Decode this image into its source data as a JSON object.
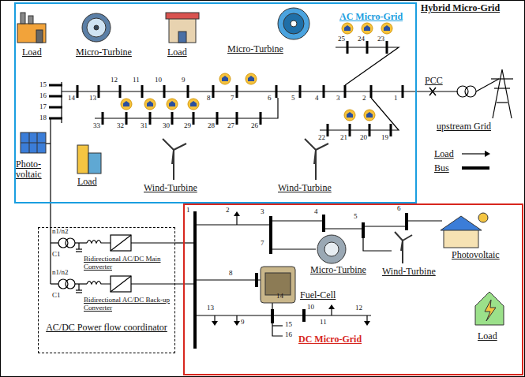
{
  "diagram": {
    "title": "Hybrid Micro-Grid",
    "nodes": [
      {
        "text": [
          "AC Micro-Grid"
        ]
      },
      {
        "text": [
          "DC Micro-Grid"
        ]
      },
      {
        "text": [
          "AC/DC Power flow coordinator"
        ]
      }
    ],
    "edges": [
      {
        "from": 0,
        "to": 2,
        "arrow": "none"
      },
      {
        "from": 2,
        "to": 1,
        "arrow": "none"
      }
    ],
    "labels": [
      "1",
      "2",
      "3",
      "4",
      "5",
      "6",
      "7",
      "8",
      "9",
      "10",
      "11",
      "12",
      "13",
      "14",
      "15",
      "16",
      "17",
      "18",
      "19",
      "20",
      "21",
      "22",
      "23",
      "24",
      "25",
      "26",
      "27",
      "28",
      "29",
      "30",
      "31",
      "32",
      "33",
      "Load",
      "Micro-Turbine",
      "Load",
      "Micro-Turbine",
      "Photo-voltaic",
      "Load",
      "Wind-Turbine",
      "Wind-Turbine",
      "PCC",
      "upstream Grid",
      "1",
      "2",
      "3",
      "4",
      "5",
      "6",
      "7",
      "8",
      "9",
      "10",
      "11",
      "12",
      "13",
      "14",
      "15",
      "16",
      "Micro-Turbine",
      "Wind-Turbine",
      "Photovoltaic",
      "Fuel-Cell",
      "Load",
      "n1/n2",
      "C1",
      "Bidirectional AC/DC Main Converter",
      "n1/n2",
      "C1",
      "Bidirectional AC/DC Back-up Converter"
    ],
    "legend": [
      {
        "text": "Load"
      },
      {
        "text": "Bus"
      }
    ]
  }
}
